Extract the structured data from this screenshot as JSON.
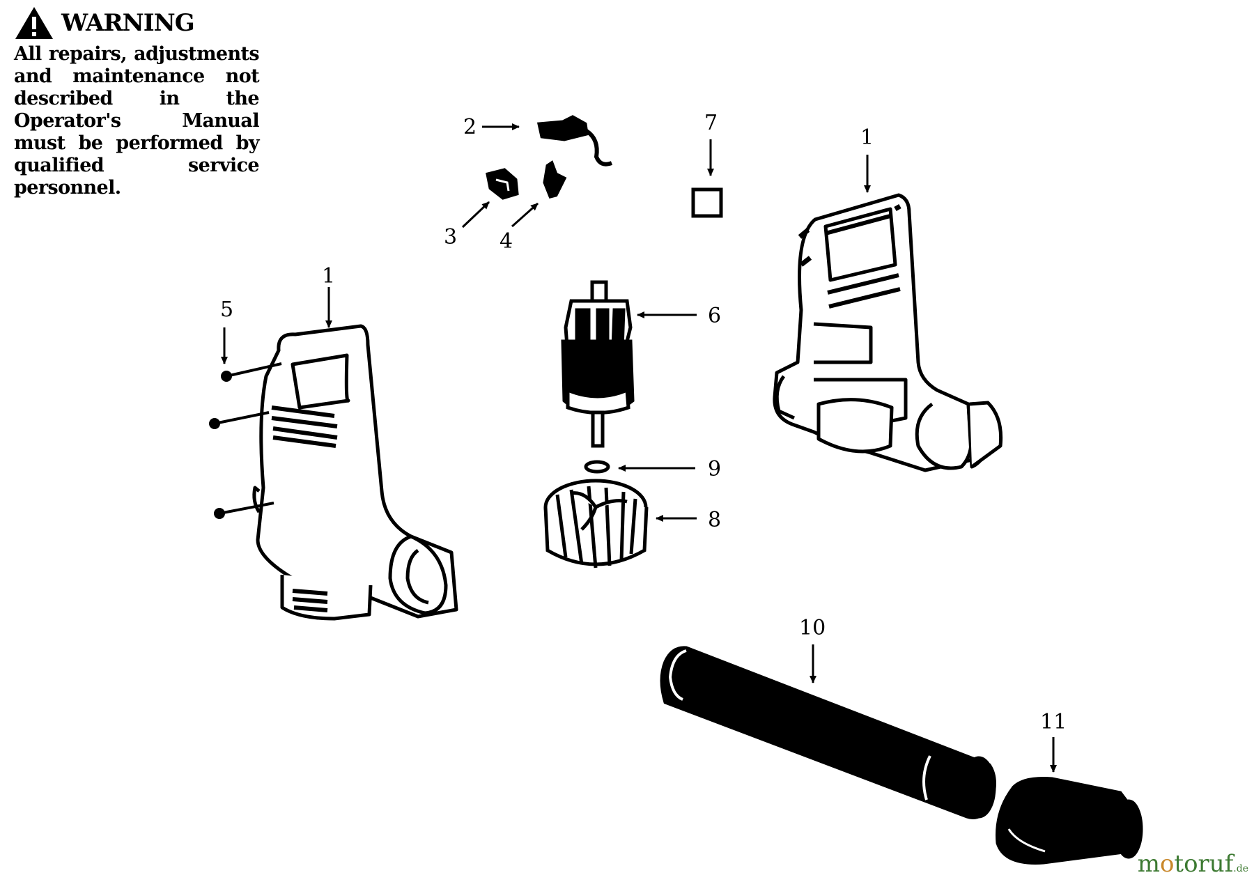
{
  "warning": {
    "icon": "warning-triangle-icon",
    "title": "WARNING",
    "text": "All repairs, adjustments and maintenance not described in the Operator's Manual must be performed by qualified service personnel."
  },
  "callouts": [
    {
      "id": "callout-1-left",
      "label": "1"
    },
    {
      "id": "callout-1-right",
      "label": "1"
    },
    {
      "id": "callout-2",
      "label": "2"
    },
    {
      "id": "callout-3",
      "label": "3"
    },
    {
      "id": "callout-4",
      "label": "4"
    },
    {
      "id": "callout-5",
      "label": "5"
    },
    {
      "id": "callout-6",
      "label": "6"
    },
    {
      "id": "callout-7",
      "label": "7"
    },
    {
      "id": "callout-8",
      "label": "8"
    },
    {
      "id": "callout-9",
      "label": "9"
    },
    {
      "id": "callout-10",
      "label": "10"
    },
    {
      "id": "callout-11",
      "label": "11"
    }
  ],
  "watermark": {
    "part1": "m",
    "part2": "o",
    "part3": "toruf",
    "suffix": ".de"
  }
}
